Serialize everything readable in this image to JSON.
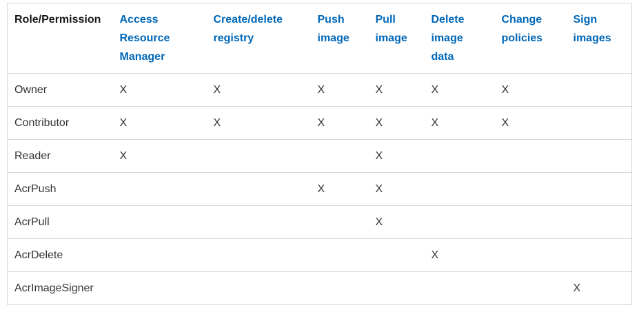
{
  "table": {
    "corner_header": "Role/Permission",
    "columns": [
      "Access Resource Manager",
      "Create/delete registry",
      "Push image",
      "Pull image",
      "Delete image data",
      "Change policies",
      "Sign images"
    ],
    "rows": [
      {
        "role": "Owner",
        "cells": [
          "X",
          "X",
          "X",
          "X",
          "X",
          "X",
          ""
        ]
      },
      {
        "role": "Contributor",
        "cells": [
          "X",
          "X",
          "X",
          "X",
          "X",
          "X",
          ""
        ]
      },
      {
        "role": "Reader",
        "cells": [
          "X",
          "",
          "",
          "X",
          "",
          "",
          ""
        ]
      },
      {
        "role": "AcrPush",
        "cells": [
          "",
          "",
          "X",
          "X",
          "",
          "",
          ""
        ]
      },
      {
        "role": "AcrPull",
        "cells": [
          "",
          "",
          "",
          "X",
          "",
          "",
          ""
        ]
      },
      {
        "role": "AcrDelete",
        "cells": [
          "",
          "",
          "",
          "",
          "X",
          "",
          ""
        ]
      },
      {
        "role": "AcrImageSigner",
        "cells": [
          "",
          "",
          "",
          "",
          "",
          "",
          "X"
        ]
      }
    ]
  },
  "colors": {
    "link_blue": "#0067b8",
    "header_text": "#161616",
    "body_text": "#333333",
    "border": "#d6d6d6",
    "background": "#ffffff"
  }
}
